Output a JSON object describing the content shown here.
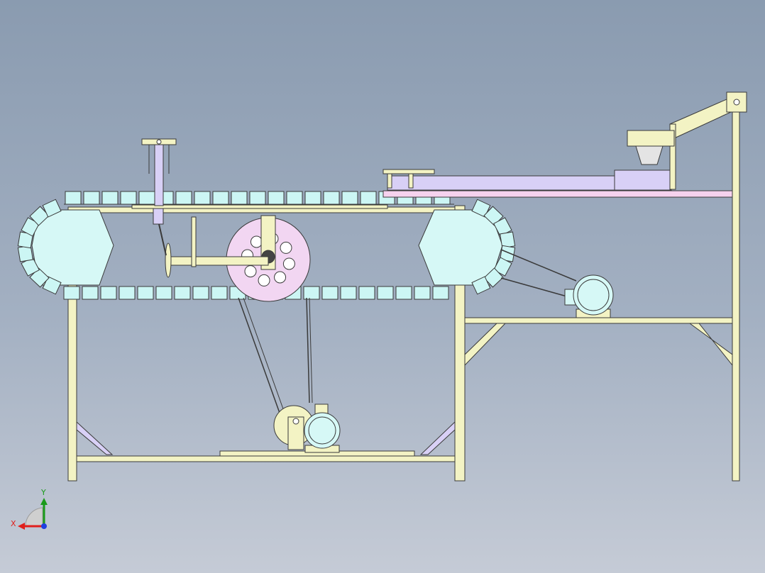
{
  "colors": {
    "frame": "#f3f3c4",
    "frame_stroke": "#3a3a3a",
    "chain_link": "#ccf6f4",
    "sprocket": "#d6f8f6",
    "pulley": "#f2d6f2",
    "tray": "#d8d0f6",
    "tray_rail": "#f6d2ee",
    "motor": "#d6f8f6",
    "pin_stroke": "#2a2a2a",
    "axis_x": "#e0201c",
    "axis_y": "#1a9a1a",
    "axis_z": "#2040e0"
  },
  "axes": {
    "x_label": "X",
    "y_label": "Y"
  },
  "chain": {
    "top_links": 21,
    "bottom_links": 21,
    "sprocket_teeth": 8
  },
  "pulley": {
    "holes": 8
  }
}
